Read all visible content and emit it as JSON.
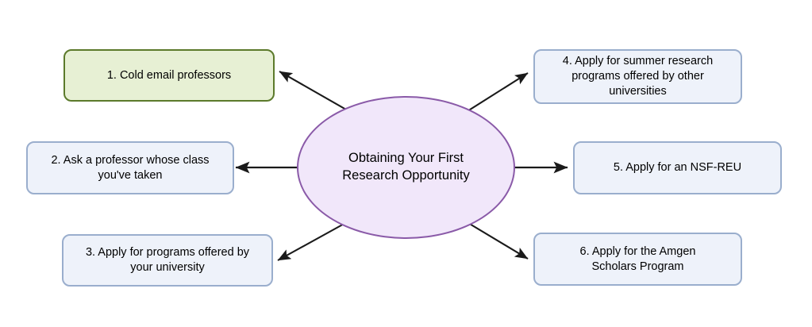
{
  "diagram": {
    "type": "radial-mind-map",
    "background_color": "#ffffff",
    "center": {
      "id": "center",
      "label": "Obtaining Your First\nResearch Opportunity",
      "shape": "ellipse",
      "fill_color": "#f1e7fa",
      "border_color": "#8a5aa8"
    },
    "nodes": [
      {
        "id": "node-1",
        "number": "1",
        "label": "1. Cold email professors",
        "shape": "rounded-rectangle",
        "fill_color": "#e7f0d4",
        "border_color": "#5c7a2b",
        "highlight": "green"
      },
      {
        "id": "node-2",
        "number": "2",
        "label": "2. Ask a professor whose class\nyou've taken",
        "shape": "rounded-rectangle",
        "fill_color": "#eef2fa",
        "border_color": "#9aaecd",
        "highlight": "none"
      },
      {
        "id": "node-3",
        "number": "3",
        "label": "3. Apply for programs offered by\nyour university",
        "shape": "rounded-rectangle",
        "fill_color": "#eef2fa",
        "border_color": "#9aaecd",
        "highlight": "none"
      },
      {
        "id": "node-4",
        "number": "4",
        "label": "4. Apply for summer research\nprograms offered by other\nuniversities",
        "shape": "rounded-rectangle",
        "fill_color": "#eef2fa",
        "border_color": "#9aaecd",
        "highlight": "none"
      },
      {
        "id": "node-5",
        "number": "5",
        "label": "5. Apply for an NSF-REU",
        "shape": "rounded-rectangle",
        "fill_color": "#eef2fa",
        "border_color": "#9aaecd",
        "highlight": "none"
      },
      {
        "id": "node-6",
        "number": "6",
        "label": "6. Apply for the Amgen\nScholars Program",
        "shape": "rounded-rectangle",
        "fill_color": "#eef2fa",
        "border_color": "#9aaecd",
        "highlight": "none"
      }
    ],
    "edges": [
      {
        "id": "edge-center-1",
        "from": "center",
        "to": "node-1",
        "direction": "outward",
        "arrowhead": "target",
        "color": "#1a1a1a"
      },
      {
        "id": "edge-center-2",
        "from": "center",
        "to": "node-2",
        "direction": "outward",
        "arrowhead": "target",
        "color": "#1a1a1a"
      },
      {
        "id": "edge-center-3",
        "from": "center",
        "to": "node-3",
        "direction": "outward",
        "arrowhead": "target",
        "color": "#1a1a1a"
      },
      {
        "id": "edge-center-4",
        "from": "center",
        "to": "node-4",
        "direction": "outward",
        "arrowhead": "target",
        "color": "#1a1a1a"
      },
      {
        "id": "edge-center-5",
        "from": "center",
        "to": "node-5",
        "direction": "outward",
        "arrowhead": "target",
        "color": "#1a1a1a"
      },
      {
        "id": "edge-center-6",
        "from": "center",
        "to": "node-6",
        "direction": "outward",
        "arrowhead": "target",
        "color": "#1a1a1a"
      }
    ]
  }
}
